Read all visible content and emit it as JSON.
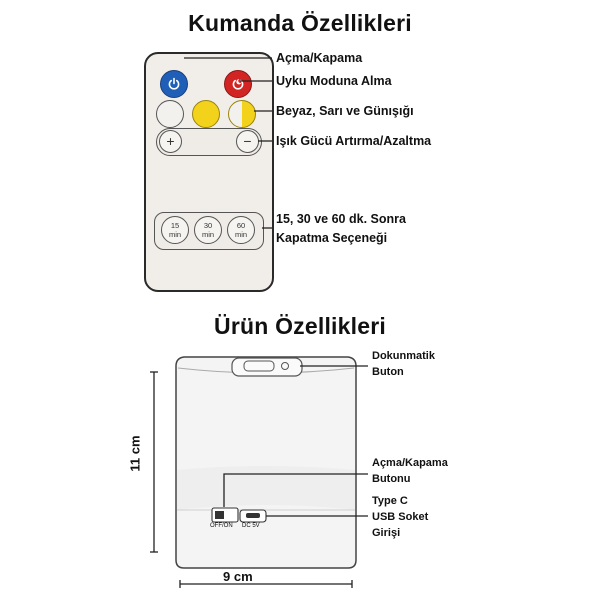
{
  "titles": {
    "remote": "Kumanda Özellikleri",
    "product": "Ürün Özellikleri"
  },
  "remote": {
    "buttons": {
      "power": {
        "icon": "power-icon",
        "color": "#1f5fb8"
      },
      "sleep": {
        "icon": "moon-power-icon",
        "color": "#d32424"
      },
      "white": {
        "color": "#f3f1ee"
      },
      "yellow": {
        "color": "#f2d21a"
      },
      "sun": {
        "color": "#f2d21a"
      }
    },
    "plus_label": "+",
    "minus_label": "−",
    "timers": [
      {
        "value": "15",
        "unit": "min"
      },
      {
        "value": "30",
        "unit": "min"
      },
      {
        "value": "60",
        "unit": "min"
      }
    ]
  },
  "remote_callouts": {
    "power": "Açma/Kapama",
    "sleep": "Uyku Moduna Alma",
    "colors": "Beyaz, Sarı ve Günışığı",
    "brightness": "Işık Gücü Artırma/Azaltma",
    "timer_line1": "15, 30 ve 60 dk. Sonra",
    "timer_line2": "Kapatma Seçeneği"
  },
  "product_callouts": {
    "touch_line1": "Dokunmatik",
    "touch_line2": "Buton",
    "switch_line1": "Açma/Kapama",
    "switch_line2": "Butonu",
    "usb_line1": "Type C",
    "usb_line2": "USB Soket",
    "usb_line3": "Girişi"
  },
  "product": {
    "switch_label": "OFF/ON",
    "port_label": "DC 5V"
  },
  "dimensions": {
    "height": "11 cm",
    "width": "9 cm"
  }
}
